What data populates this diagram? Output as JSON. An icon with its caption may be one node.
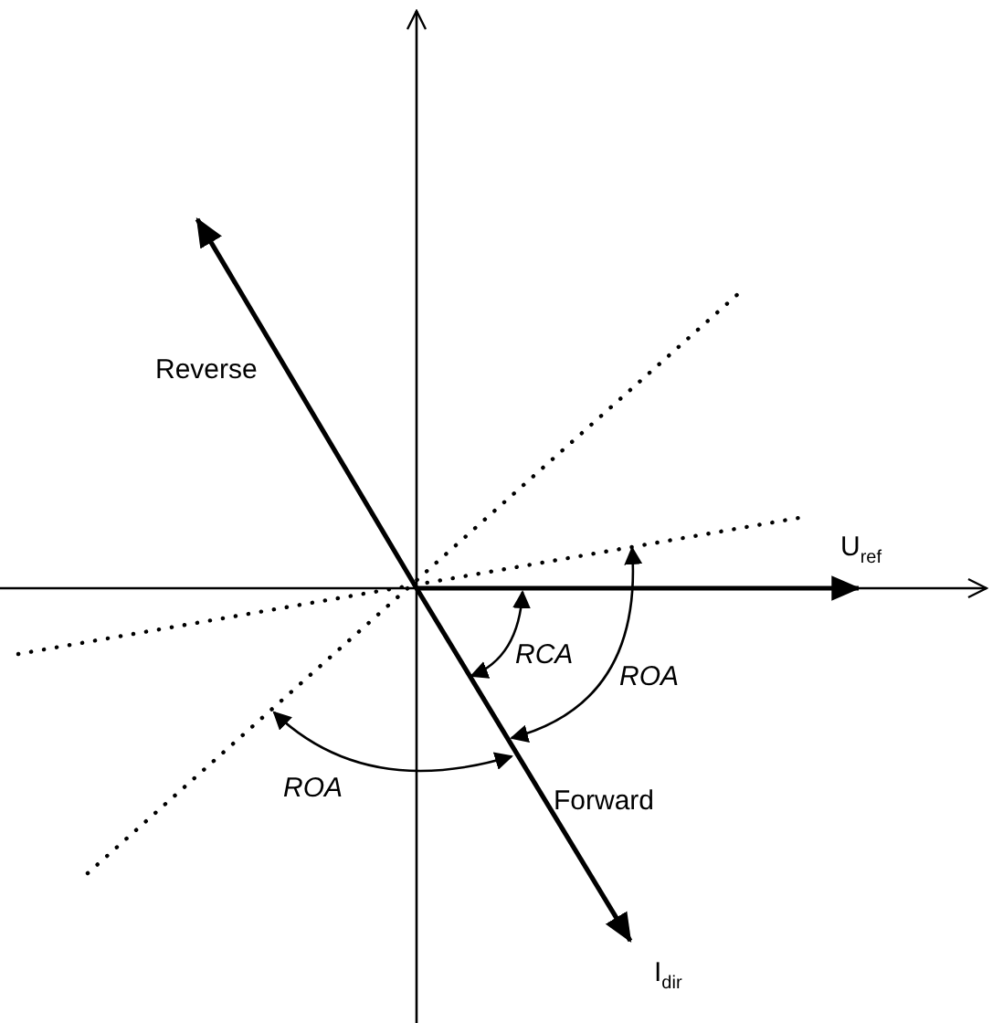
{
  "diagram": {
    "labels": [
      "Reverse",
      "U$_{ref}$",
      "RCA",
      "ROA",
      "Forward",
      "ROA",
      "I$_{dir}$"
    ]
  }
}
